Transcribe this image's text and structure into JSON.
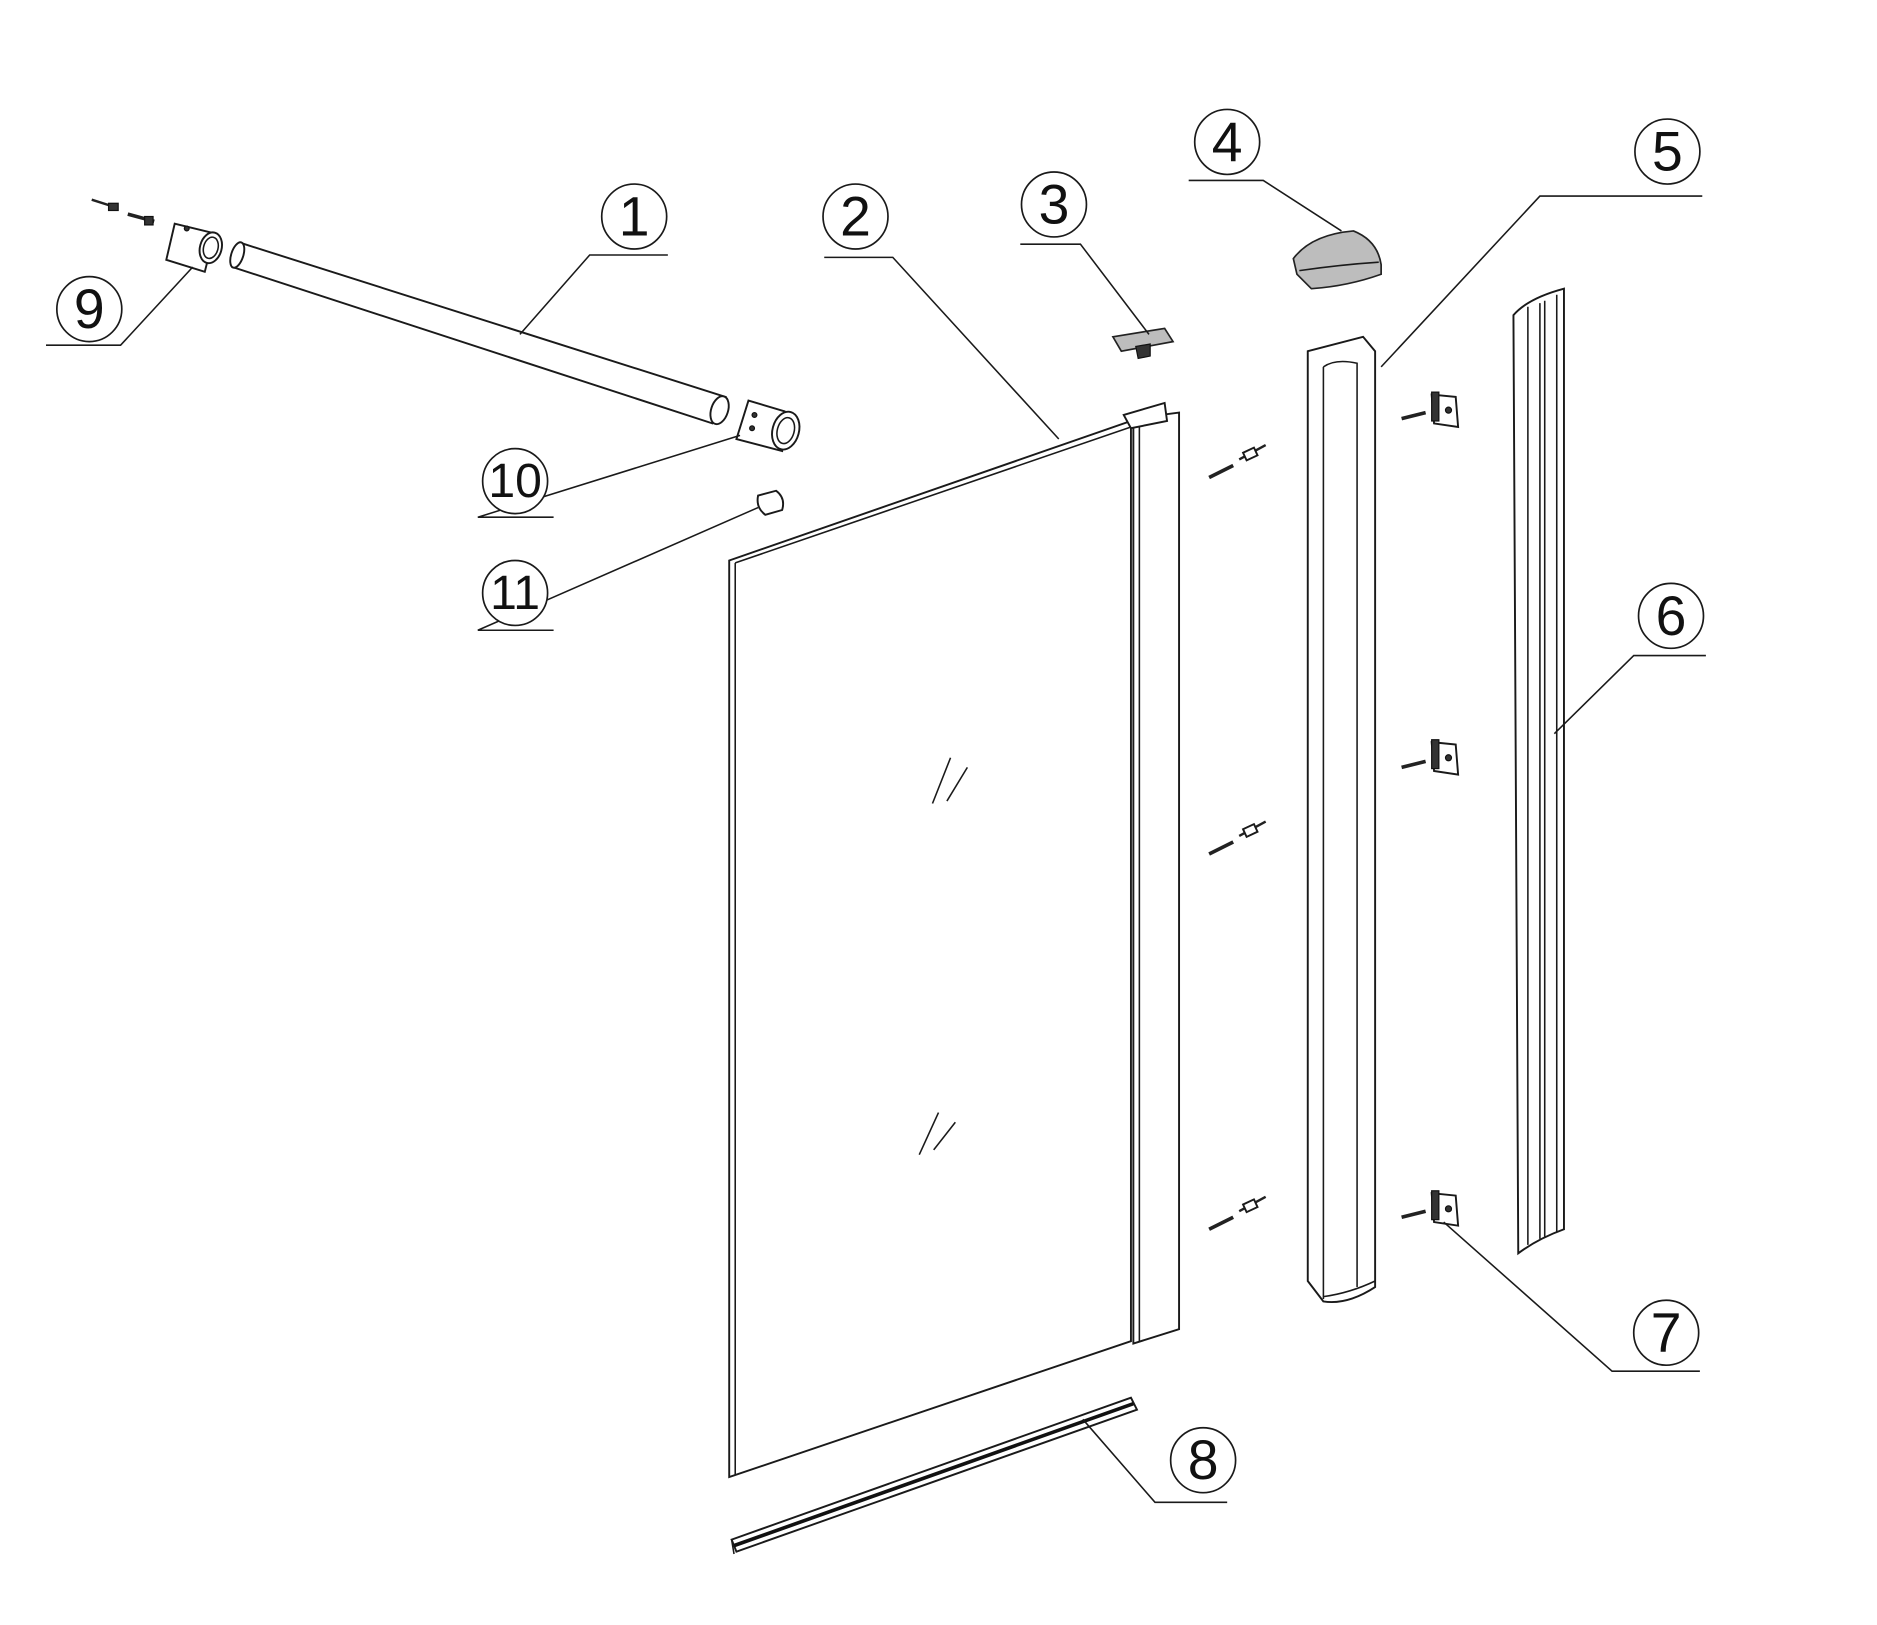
{
  "diagram": {
    "type": "exploded-assembly",
    "callouts": [
      {
        "id": "1",
        "label": "1",
        "part": "support-bar"
      },
      {
        "id": "2",
        "label": "2",
        "part": "glass-panel"
      },
      {
        "id": "3",
        "label": "3",
        "part": "top-clip"
      },
      {
        "id": "4",
        "label": "4",
        "part": "profile-end-cap"
      },
      {
        "id": "5",
        "label": "5",
        "part": "wall-profile"
      },
      {
        "id": "6",
        "label": "6",
        "part": "wall-channel"
      },
      {
        "id": "7",
        "label": "7",
        "part": "wall-bracket"
      },
      {
        "id": "8",
        "label": "8",
        "part": "bottom-seal"
      },
      {
        "id": "9",
        "label": "9",
        "part": "wall-connector"
      },
      {
        "id": "10",
        "label": "10",
        "part": "glass-connector"
      },
      {
        "id": "11",
        "label": "11",
        "part": "bar-end-cap"
      }
    ]
  },
  "colors": {
    "line": "#1a1a1a",
    "background": "#ffffff",
    "cap_fill": "#bdbdbd"
  }
}
